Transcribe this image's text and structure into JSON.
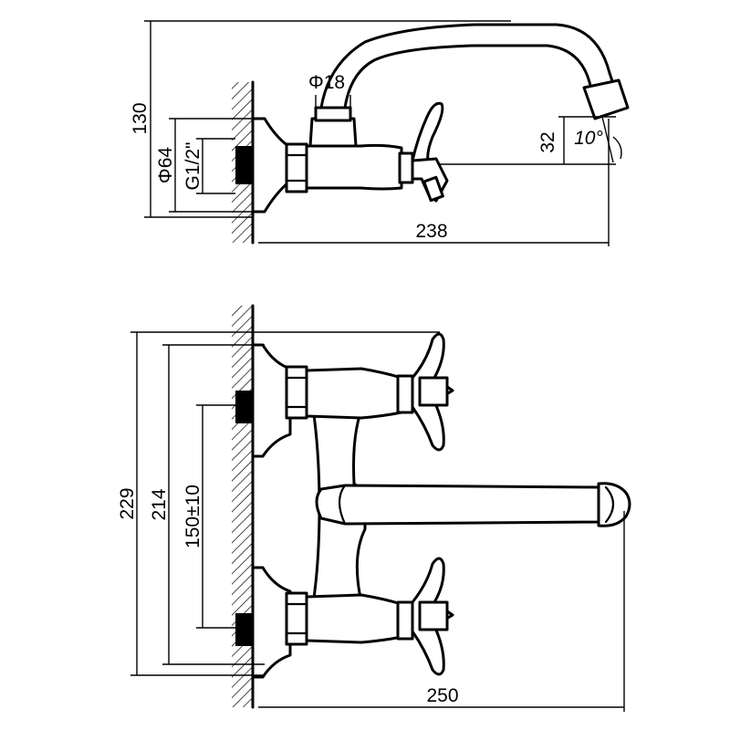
{
  "dimensions": {
    "height_130": "130",
    "phi64": "Φ64",
    "thread": "G1/2\"",
    "phi18": "Φ18",
    "d32": "32",
    "angle": "10°",
    "width_238": "238",
    "height_229": "229",
    "height_214": "214",
    "spacing": "150±10",
    "width_250": "250"
  }
}
